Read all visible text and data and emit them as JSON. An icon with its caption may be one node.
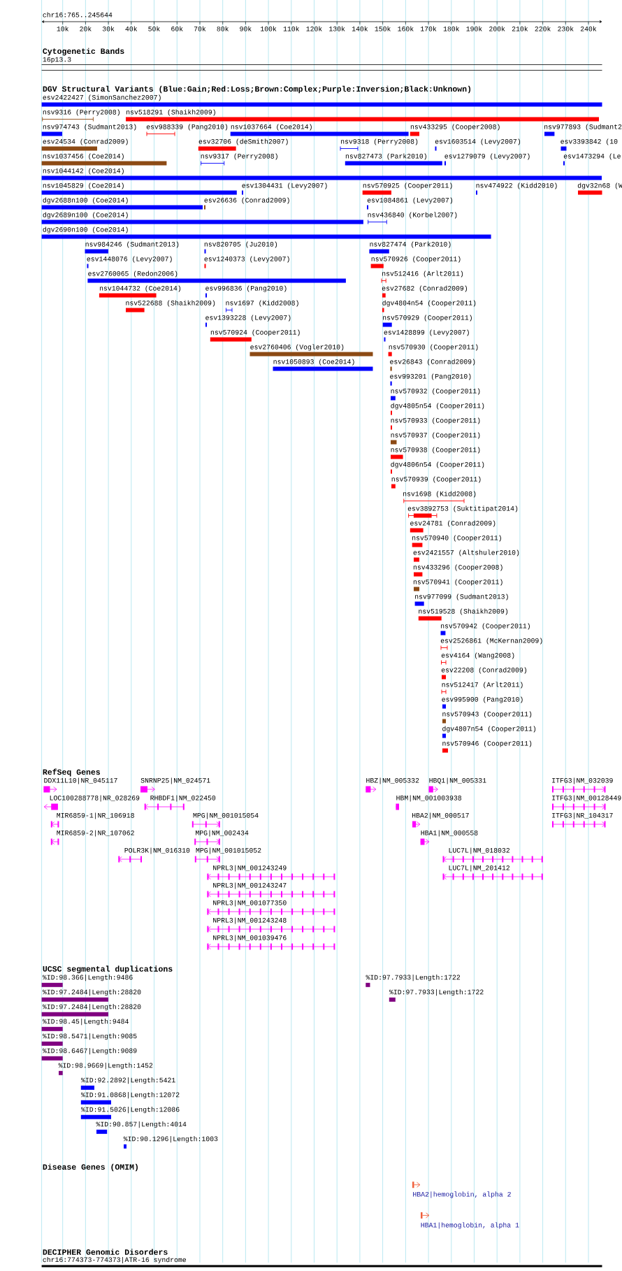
{
  "diagram": {
    "labels": [
      "chr16:765..245644",
      "10k",
      "20k",
      "30k",
      "40k",
      "50k",
      "60k",
      "70k",
      "80k",
      "90k",
      "100k",
      "110k",
      "120k",
      "130k",
      "140k",
      "150k",
      "160k",
      "170k",
      "180k",
      "190k",
      "200k",
      "210k",
      "220k",
      "230k",
      "240k",
      "Cytogenetic Bands",
      "16p13.3",
      "DGV Structural Variants (Blue:Gain;Red:Loss;Brown:Complex;Purple:Inversion;Black:Unknown)",
      "esv2422427 (SimonSanchez2007)",
      "nsv9316 (Perry2008)",
      "nsv518291 (Shaikh2009)",
      "nsv974743 (Sudmant2013)",
      "esv988339 (Pang2010)",
      "nsv1037664 (Coe2014)",
      "nsv433295 (Cooper2008)",
      "nsv977893 (Sudmant2",
      "esv24534 (Conrad2009)",
      "esv32706 (deSmith2007)",
      "nsv9318 (Perry2008)",
      "esv1603514 (Levy2007)",
      "esv3393842 (10",
      "nsv1037456 (Coe2014)",
      "nsv9317 (Perry2008)",
      "nsv827473 (Park2010)",
      "esv1279079 (Levy2007)",
      "esv1473294 (Le",
      "nsv1044142 (Coe2014)",
      "nsv1045829 (Coe2014)",
      "esv1304431 (Levy2007)",
      "nsv570925 (Cooper2011)",
      "nsv474922 (Kidd2010)",
      "dgv32n68 (W",
      "dgv2688n100 (Coe2014)",
      "esv26636 (Conrad2009)",
      "esv1084861 (Levy2007)",
      "dgv2689n100 (Coe2014)",
      "nsv436840 (Korbel2007)",
      "dgv2690n100 (Coe2014)",
      "nsv984246 (Sudmant2013)",
      "nsv820705 (Ju2010)",
      "nsv827474 (Park2010)",
      "esv1448076 (Levy2007)",
      "esv1240373 (Levy2007)",
      "nsv570926 (Cooper2011)",
      "esv2760065 (Redon2006)",
      "nsv512416 (Arlt2011)",
      "nsv1044732 (Coe2014)",
      "esv996836 (Pang2010)",
      "esv27682 (Conrad2009)",
      "nsv522688 (Shaikh2009)",
      "nsv1697 (Kidd2008)",
      "dgv4804n54 (Cooper2011)",
      "esv1393228 (Levy2007)",
      "nsv570929 (Cooper2011)",
      "nsv570924 (Cooper2011)",
      "esv1428899 (Levy2007)",
      "esv2760406 (Vogler2010)",
      "nsv570930 (Cooper2011)",
      "nsv1050893 (Coe2014)",
      "esv26843 (Conrad2009)",
      "esv993201 (Pang2010)",
      "nsv570932 (Cooper2011)",
      "dgv4805n54 (Cooper2011)",
      "nsv570933 (Cooper2011)",
      "nsv570937 (Cooper2011)",
      "nsv570938 (Cooper2011)",
      "dgv4806n54 (Cooper2011)",
      "nsv570939 (Cooper2011)",
      "nsv1698 (Kidd2008)",
      "esv3892753 (Suktitipat2014)",
      "esv24781 (Conrad2009)",
      "nsv570940 (Cooper2011)",
      "esv2421557 (Altshuler2010)",
      "nsv433296 (Cooper2008)",
      "nsv570941 (Cooper2011)",
      "nsv977099 (Sudmant2013)",
      "nsv519528 (Shaikh2009)",
      "nsv570942 (Cooper2011)",
      "esv2526861 (McKernan2009)",
      "esv4164 (Wang2008)",
      "esv22208 (Conrad2009)",
      "nsv512417 (Arlt2011)",
      "esv995900 (Pang2010)",
      "nsv570943 (Cooper2011)",
      "dgv4807n54 (Cooper2011)",
      "nsv570946 (Cooper2011)",
      "RefSeq Genes",
      "DDX11L10|NR_045117",
      "SNRNP25|NM_024571",
      "HBZ|NM_005332",
      "HBQ1|NM_005331",
      "ITFG3|NM_032039",
      "LOC100288778|NR_028269",
      "RHBDF1|NM_022450",
      "HBM|NM_001003938",
      "ITFG3|NM_00128449",
      "MIR6859-1|NR_106918",
      "MPG|NM_001015054",
      "HBA2|NM_000517",
      "ITFG3|NR_104317",
      "MIR6859-2|NR_107062",
      "MPG|NM_002434",
      "HBA1|NM_000558",
      "POLR3K|NM_016310",
      "MPG|NM_001015052",
      "LUC7L|NM_018032",
      "NPRL3|NM_001243249",
      "LUC7L|NM_201412",
      "NPRL3|NM_001243247",
      "NPRL3|NM_001077350",
      "NPRL3|NM_001243248",
      "NPRL3|NM_001039476",
      "UCSC segmental duplications",
      "%ID:98.366|Length:9486",
      "%ID:97.7933|Length:1722",
      "%ID:97.2484|Length:28820",
      "%ID:97.7933|Length:1722",
      "%ID:97.2484|Length:28820",
      "%ID:98.45|Length:9484",
      "%ID:98.5471|Length:9085",
      "%ID:98.6467|Length:9089",
      "%ID:98.9669|Length:1452",
      "%ID:92.2892|Length:5421",
      "%ID:91.0868|Length:12072",
      "%ID:91.5026|Length:12086",
      "%ID:90.857|Length:4014",
      "%ID:90.1296|Length:1003",
      "Disease Genes (OMIM)",
      "HBA2|hemoglobin, alpha 2",
      "HBA1|hemoglobin, alpha 1",
      "DECIPHER Genomic Disorders",
      "chr16:774373-774373|ATR-16 syndrome"
    ]
  }
}
